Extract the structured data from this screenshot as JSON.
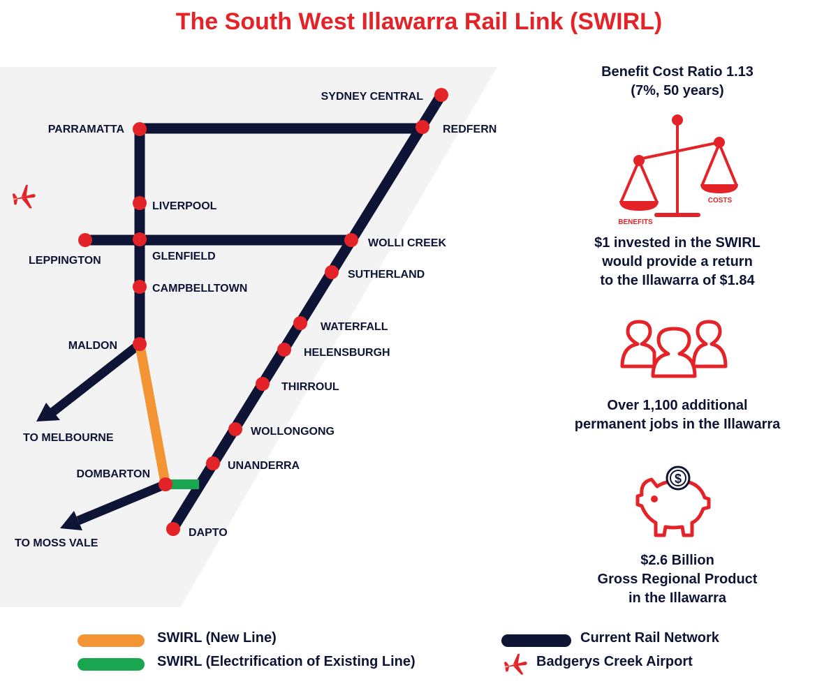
{
  "title": "The South West Illawarra Rail Link (SWIRL)",
  "colors": {
    "title_red": "#e42328",
    "navy": "#0d1436",
    "orange": "#f39435",
    "green": "#1aa551",
    "panel_bg": "#f3f3f3",
    "station_dot": "#e42328"
  },
  "map": {
    "stations": {
      "sydney_central": "SYDNEY CENTRAL",
      "redfern": "REDFERN",
      "parramatta": "PARRAMATTA",
      "liverpool": "LIVERPOOL",
      "leppington": "LEPPINGTON",
      "glenfield": "GLENFIELD",
      "wolli_creek": "WOLLI CREEK",
      "sutherland": "SUTHERLAND",
      "campbelltown": "CAMPBELLTOWN",
      "waterfall": "WATERFALL",
      "maldon": "MALDON",
      "helensburgh": "HELENSBURGH",
      "thirroul": "THIRROUL",
      "wollongong": "WOLLONGONG",
      "unanderra": "UNANDERRA",
      "dombarton": "DOMBARTON",
      "dapto": "DAPTO"
    },
    "destinations": {
      "melbourne": "TO MELBOURNE",
      "moss_vale": "TO MOSS VALE"
    },
    "airport_icon": "plane-icon"
  },
  "facts": {
    "bcr_line1": "Benefit Cost Ratio 1.13",
    "bcr_line2": "(7%, 50 years)",
    "scale_benefits": "BENEFITS",
    "scale_costs": "COSTS",
    "return_line1": "$1 invested in the SWIRL",
    "return_line2": "would provide a return",
    "return_line3": "to the Illawarra of $1.84",
    "jobs_line1": "Over 1,100 additional",
    "jobs_line2": "permanent jobs in the Illawarra",
    "coin_symbol": "$",
    "grp_line1": "$2.6 Billion",
    "grp_line2": "Gross Regional Product",
    "grp_line3": "in the Illawarra"
  },
  "legend": {
    "new_line": "SWIRL (New Line)",
    "electrification": "SWIRL (Electrification of Existing Line)",
    "current_network": "Current Rail Network",
    "airport": "Badgerys Creek Airport"
  }
}
